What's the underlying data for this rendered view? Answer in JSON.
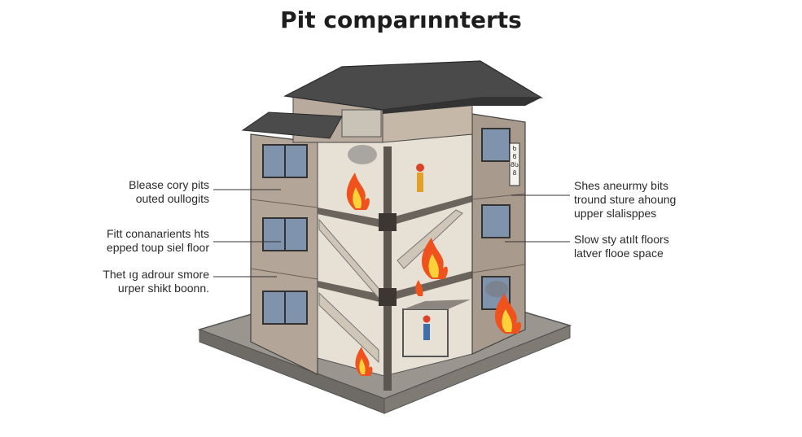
{
  "title": "Pit comparınnterts",
  "labels": {
    "left": [
      {
        "line1": "Blease cory pits",
        "line2": "outed oullogits"
      },
      {
        "line1": "Fitt conanarients hts",
        "line2": "epped toup siel floor"
      },
      {
        "line1": "Thet ıg adrour smore",
        "line2": "urper shikt boonn."
      }
    ],
    "right": [
      {
        "line1": "Shes aneurmy bits",
        "line2": "tround sture ahoung",
        "line3": "upper slalisppes"
      },
      {
        "line1": "Slow sty atılt floors",
        "line2": "latver flooe space"
      }
    ]
  },
  "sign_text": "ᲮᲬᲒᲡᲒ",
  "colors": {
    "roof": "#4a4a4a",
    "wall": "#b5a79a",
    "wall_dark": "#978a7e",
    "interior": "#e8e1d6",
    "floor_slab": "#6f6961",
    "flame": "#f0521e",
    "flame_core": "#ffd23a",
    "base": "#8a8580"
  }
}
